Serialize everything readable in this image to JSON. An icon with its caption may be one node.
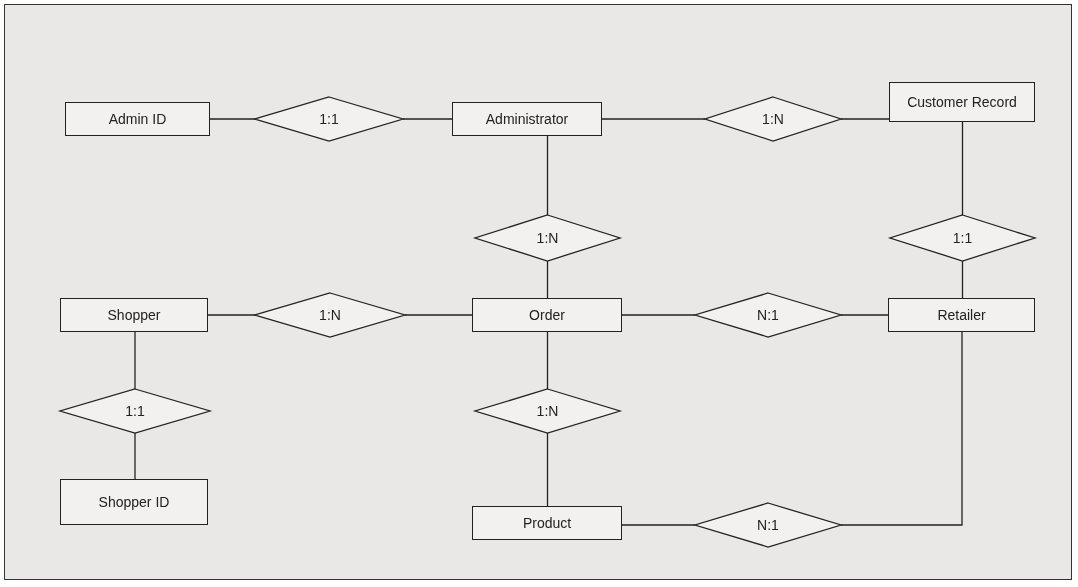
{
  "diagram": {
    "nodes": [
      {
        "text": [
          "Admin ID"
        ]
      },
      {
        "text": [
          "1:1"
        ]
      },
      {
        "text": [
          "Administrator"
        ]
      },
      {
        "text": [
          "1:N"
        ]
      },
      {
        "text": [
          "Customer Record"
        ]
      },
      {
        "text": [
          "1:N"
        ]
      },
      {
        "text": [
          "1:1"
        ]
      },
      {
        "text": [
          "Shopper"
        ]
      },
      {
        "text": [
          "1:N"
        ]
      },
      {
        "text": [
          "Order"
        ]
      },
      {
        "text": [
          "N:1"
        ]
      },
      {
        "text": [
          "Retailer"
        ]
      },
      {
        "text": [
          "1:1"
        ]
      },
      {
        "text": [
          "1:N"
        ]
      },
      {
        "text": [
          "Shopper ID"
        ]
      },
      {
        "text": [
          "Product"
        ]
      },
      {
        "text": [
          "N:1"
        ]
      }
    ],
    "edges": [
      {
        "from": 0,
        "to": 1,
        "arrow": "none"
      },
      {
        "from": 1,
        "to": 2,
        "arrow": "none"
      },
      {
        "from": 2,
        "to": 3,
        "arrow": "none"
      },
      {
        "from": 3,
        "to": 4,
        "arrow": "none"
      },
      {
        "from": 2,
        "to": 5,
        "arrow": "none"
      },
      {
        "from": 5,
        "to": 9,
        "arrow": "none"
      },
      {
        "from": 4,
        "to": 6,
        "arrow": "none"
      },
      {
        "from": 6,
        "to": 11,
        "arrow": "none"
      },
      {
        "from": 7,
        "to": 8,
        "arrow": "none"
      },
      {
        "from": 8,
        "to": 9,
        "arrow": "none"
      },
      {
        "from": 9,
        "to": 10,
        "arrow": "none"
      },
      {
        "from": 10,
        "to": 11,
        "arrow": "none"
      },
      {
        "from": 7,
        "to": 12,
        "arrow": "none"
      },
      {
        "from": 12,
        "to": 14,
        "arrow": "none"
      },
      {
        "from": 9,
        "to": 13,
        "arrow": "none"
      },
      {
        "from": 13,
        "to": 15,
        "arrow": "none"
      },
      {
        "from": 15,
        "to": 16,
        "arrow": "none"
      },
      {
        "from": 16,
        "to": 11,
        "arrow": "none"
      }
    ]
  }
}
